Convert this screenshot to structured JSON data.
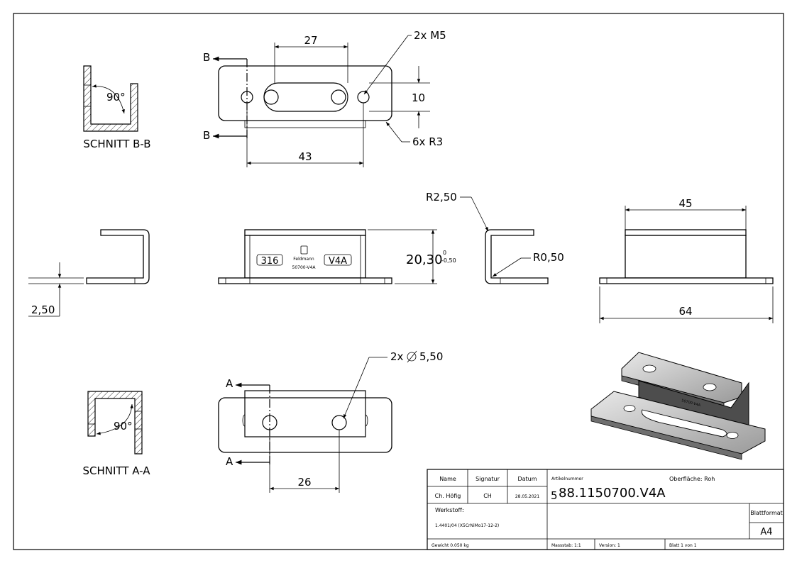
{
  "dimensions": {
    "slot_length": "27",
    "thread_note": "2x M5",
    "slot_width": "10",
    "radius_note": "6x R3",
    "hole_spacing_top": "43",
    "height": "20,30",
    "height_tol_upper": "0",
    "height_tol_lower": "-0,50",
    "bend_radius_outer": "R2,50",
    "bend_radius_inner": "R0,50",
    "width_45": "45",
    "length_64": "64",
    "thickness": "2,50",
    "hole_note": "2x",
    "hole_diameter": "5,50",
    "hole_spacing_bottom": "26"
  },
  "sections": {
    "bb_marker": "B",
    "bb_label": "SCHNITT B-B",
    "bb_angle": "90°",
    "aa_marker": "A",
    "aa_label": "SCHNITT A-A",
    "aa_angle": "90°"
  },
  "engraving": {
    "material_left": "316",
    "brand": "Feldmann",
    "code": "50700-V4A",
    "material_right": "V4A",
    "iso_text": "50700-V4A"
  },
  "title_block": {
    "col_name": "Name",
    "col_signatur": "Signatur",
    "col_datum": "Datum",
    "name": "Ch. Höfig",
    "signatur": "CH",
    "datum": "28.05.2021",
    "artikel_label": "Artikelnummer",
    "artikel_prefix": "5",
    "artikel": "88.1150700.V4A",
    "oberflaeche": "Oberfläche:  Roh",
    "werkstoff_label": "Werkstoff:",
    "werkstoff": "1.4401/04 (X5CrNiMo17-12-2)",
    "blattformat_label": "Blattformat",
    "blattformat": "A4",
    "gewicht": "Gewicht 0.050 kg",
    "massstab": "Massstab: 1:1",
    "version": "Version: 1",
    "blatt": "Blatt 1 von 1"
  }
}
